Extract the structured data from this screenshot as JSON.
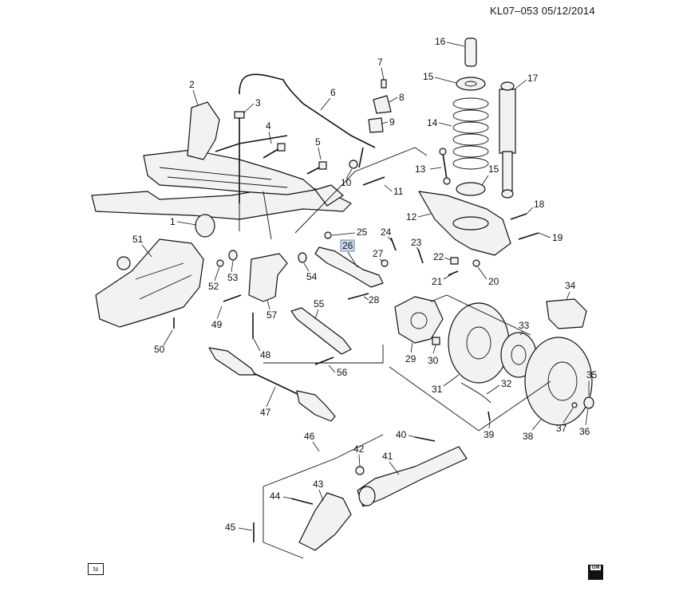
{
  "header": {
    "doc_code": "KL07–053  05/12/2014"
  },
  "footer": {
    "ts_label": "ts",
    "logo_text": "GM"
  },
  "callouts": {
    "c1": "1",
    "c2": "2",
    "c3": "3",
    "c4": "4",
    "c5": "5",
    "c6": "6",
    "c7": "7",
    "c8": "8",
    "c9": "9",
    "c10": "10",
    "c11": "11",
    "c12": "12",
    "c13": "13",
    "c14": "14",
    "c15a": "15",
    "c15b": "15",
    "c16": "16",
    "c17": "17",
    "c18": "18",
    "c19": "19",
    "c20": "20",
    "c21": "21",
    "c22": "22",
    "c23": "23",
    "c24": "24",
    "c25": "25",
    "c26": "26",
    "c27": "27",
    "c28": "28",
    "c29": "29",
    "c30": "30",
    "c31": "31",
    "c32": "32",
    "c33": "33",
    "c34": "34",
    "c35": "35",
    "c36": "36",
    "c37": "37",
    "c38": "38",
    "c39": "39",
    "c40": "40",
    "c41": "41",
    "c42": "42",
    "c43": "43",
    "c44": "44",
    "c45": "45",
    "c46": "46",
    "c47": "47",
    "c48": "48",
    "c49": "49",
    "c50": "50",
    "c51": "51",
    "c52": "52",
    "c53": "53",
    "c54": "54",
    "c55": "55",
    "c56": "56",
    "c57": "57"
  },
  "highlight": {
    "callout": "26",
    "color": "#c9daf0"
  },
  "icons": [
    "ts-symbol",
    "gm-logo"
  ]
}
